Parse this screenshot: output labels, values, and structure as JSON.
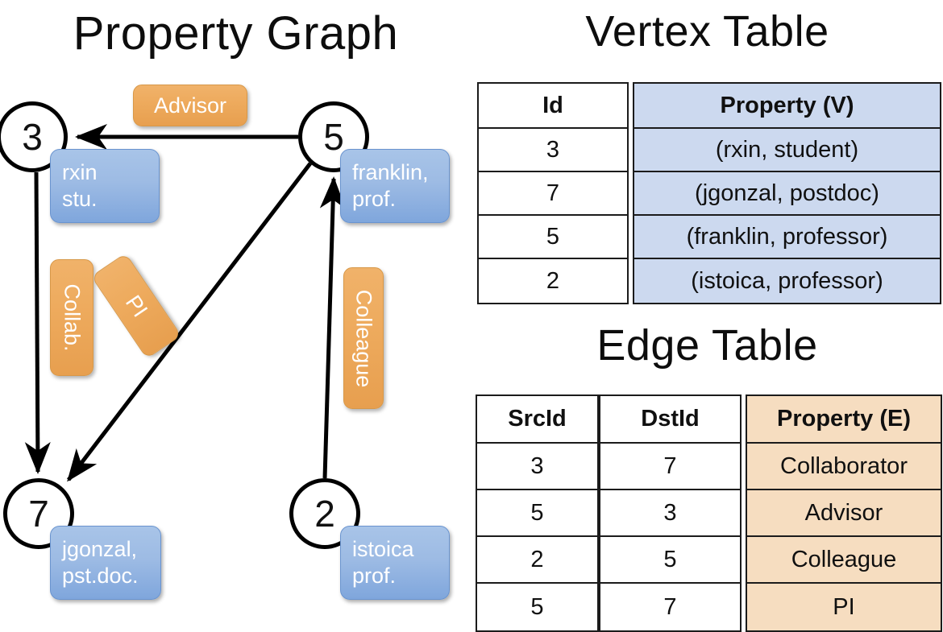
{
  "titles": {
    "property_graph": "Property Graph",
    "vertex_table": "Vertex Table",
    "edge_table": "Edge Table"
  },
  "graph": {
    "vertices": [
      {
        "id": "3",
        "property_label": "rxin\nstu.",
        "line1": "rxin",
        "line2": "stu."
      },
      {
        "id": "5",
        "property_label": "franklin, prof.",
        "line1": "franklin,",
        "line2": "prof."
      },
      {
        "id": "7",
        "property_label": "jgonzal, pst.doc.",
        "line1": "jgonzal,",
        "line2": "pst.doc."
      },
      {
        "id": "2",
        "property_label": "istoica prof.",
        "line1": "istoica",
        "line2": "prof."
      }
    ],
    "edge_labels": {
      "advisor": "Advisor",
      "collab": "Collab.",
      "pi": "PI",
      "colleague": "Colleague"
    },
    "edges": [
      {
        "from": "5",
        "to": "3",
        "label": "Advisor"
      },
      {
        "from": "3",
        "to": "7",
        "label": "Collab."
      },
      {
        "from": "5",
        "to": "7",
        "label": "PI"
      },
      {
        "from": "2",
        "to": "5",
        "label": "Colleague"
      }
    ]
  },
  "vertex_table": {
    "headers": [
      "Id",
      "Property (V)"
    ],
    "rows": [
      {
        "id": "3",
        "property": "(rxin, student)"
      },
      {
        "id": "7",
        "property": "(jgonzal, postdoc)"
      },
      {
        "id": "5",
        "property": "(franklin, professor)"
      },
      {
        "id": "2",
        "property": "(istoica, professor)"
      }
    ]
  },
  "edge_table": {
    "headers": [
      "SrcId",
      "DstId",
      "Property (E)"
    ],
    "rows": [
      {
        "src": "3",
        "dst": "7",
        "property": "Collaborator"
      },
      {
        "src": "5",
        "dst": "3",
        "property": "Advisor"
      },
      {
        "src": "2",
        "dst": "5",
        "property": "Colleague"
      },
      {
        "src": "5",
        "dst": "7",
        "property": "PI"
      }
    ]
  },
  "colors": {
    "vertex_property_fill": "#9dbbe4",
    "edge_label_fill": "#eeab5e",
    "vertex_table_property_fill": "#ccd9ef",
    "edge_table_property_fill": "#f6ddc0",
    "stroke": "#000000",
    "background": "#ffffff"
  }
}
